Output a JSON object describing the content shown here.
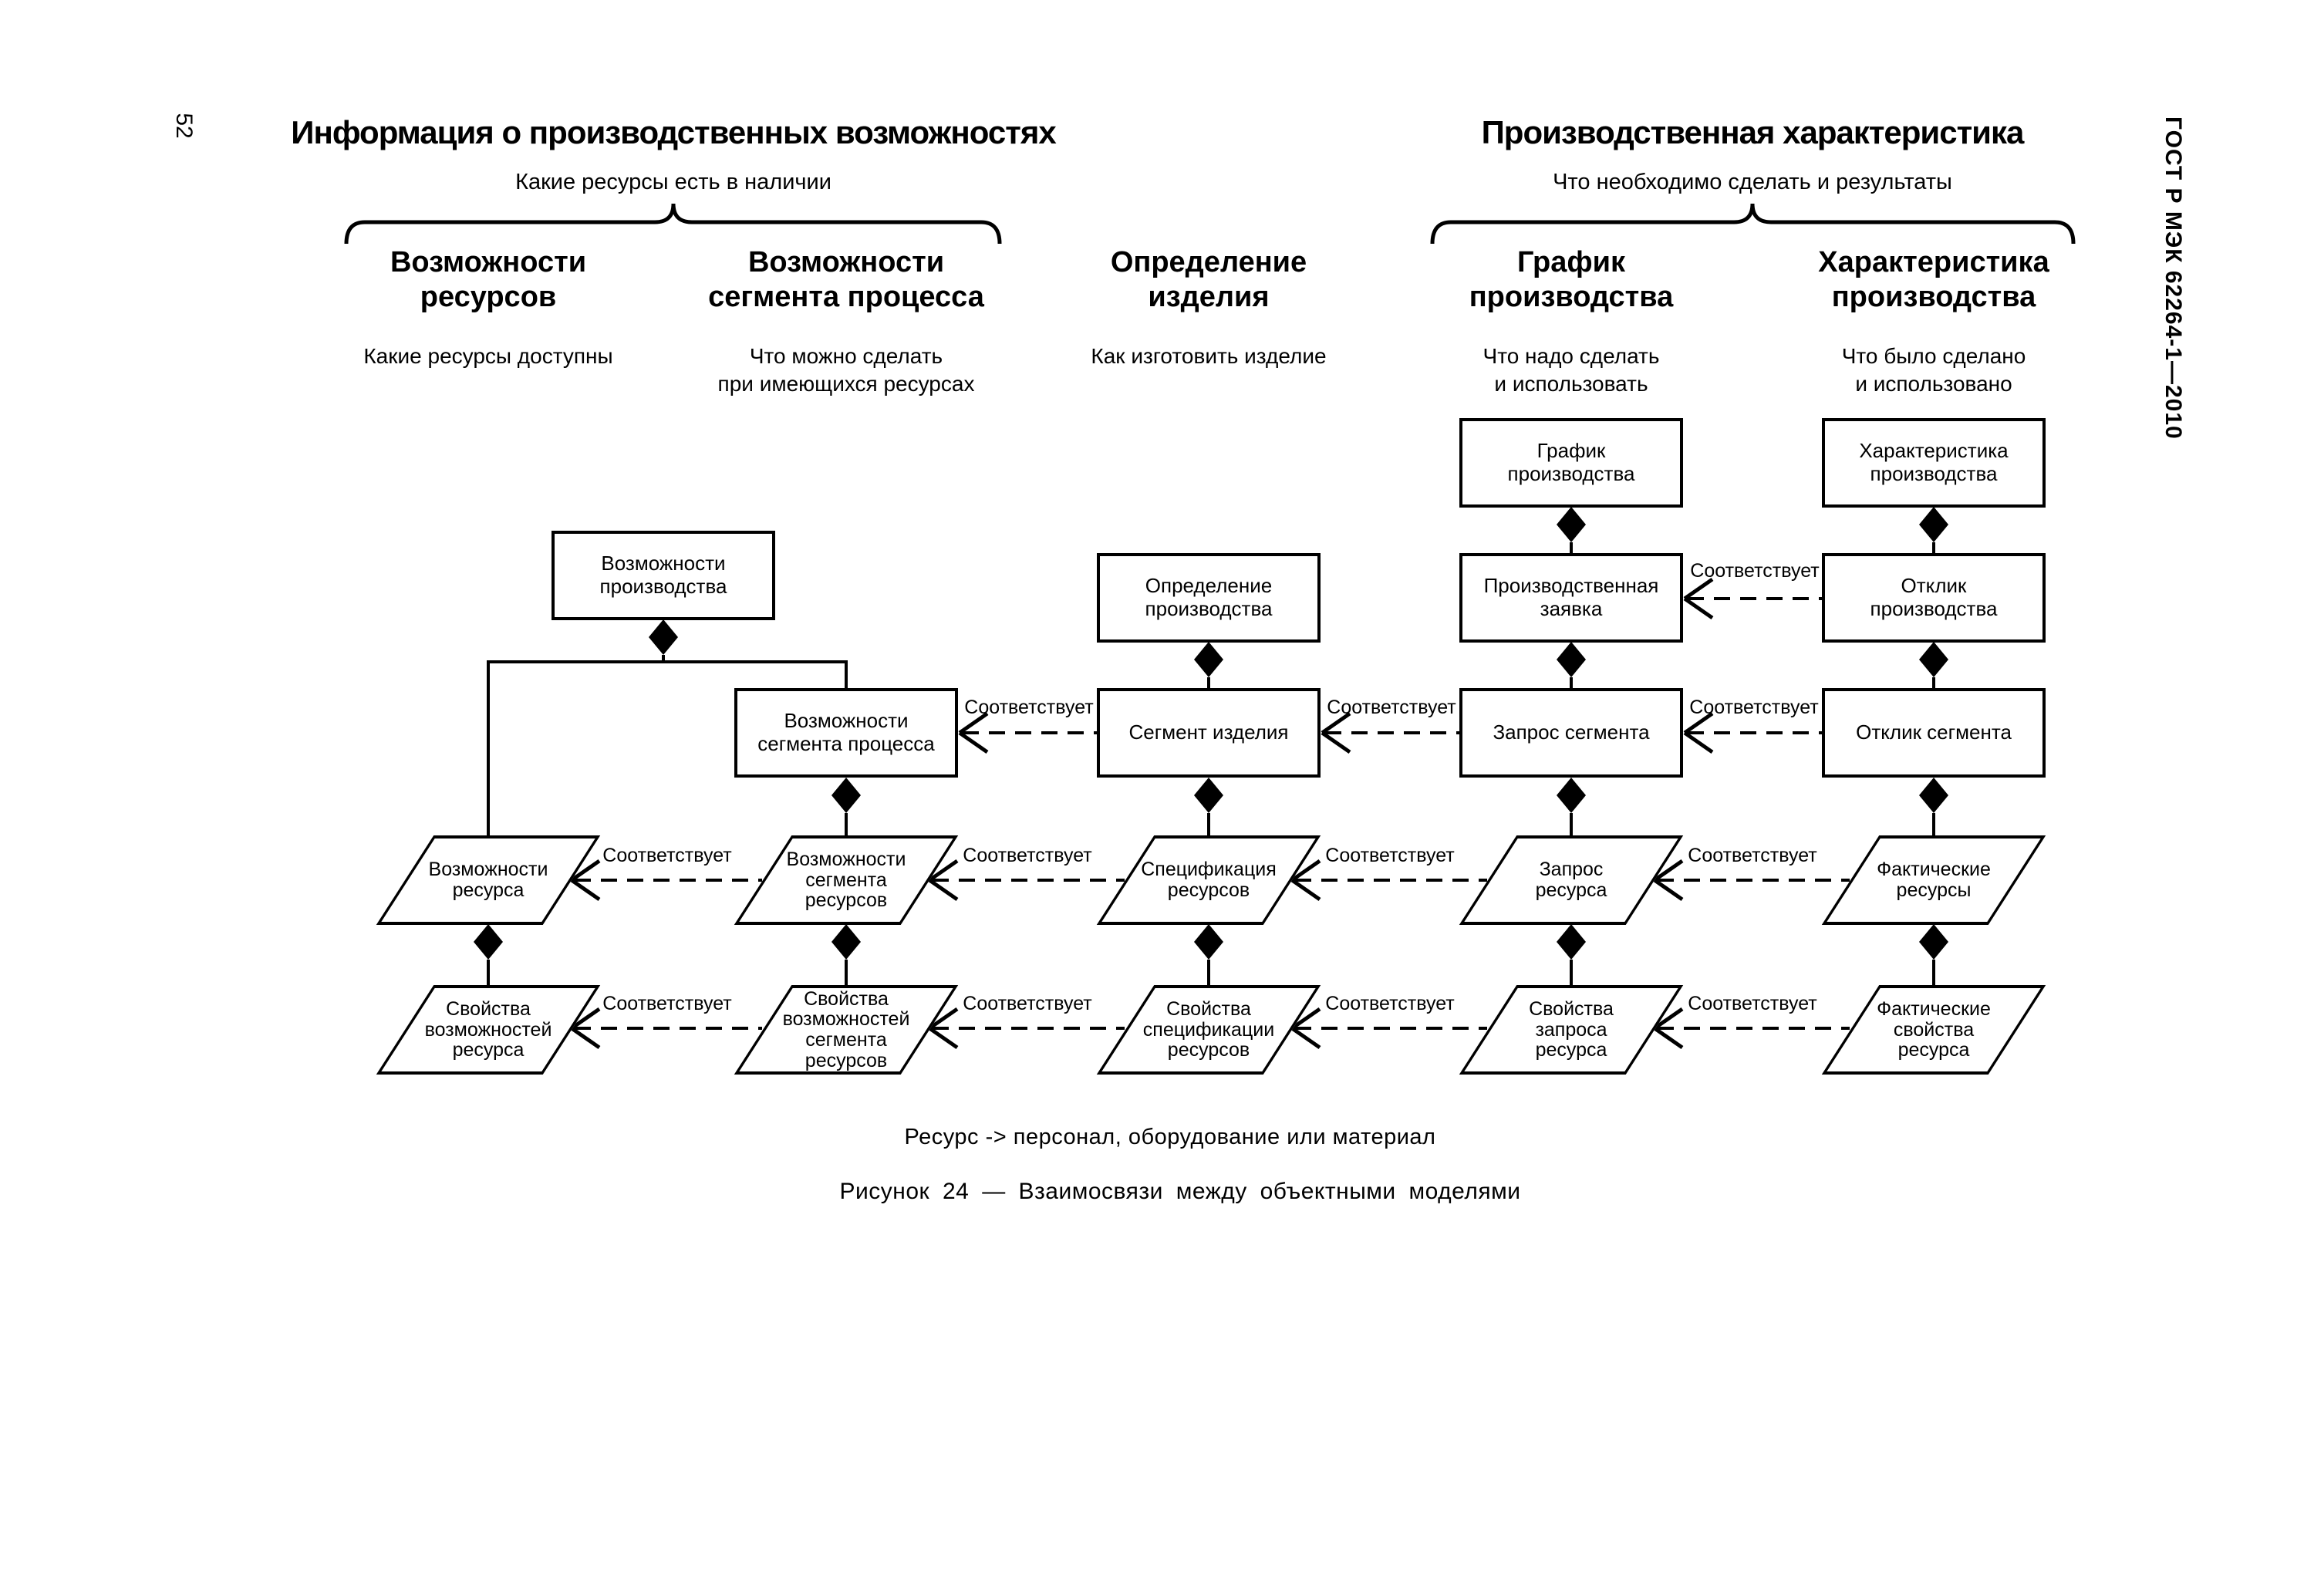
{
  "page": {
    "number": "52",
    "doc_code": "ГОСТ Р МЭК 62264-1—2010"
  },
  "groups": {
    "left": {
      "title": "Информация о производственных возможностях",
      "subtitle": "Какие ресурсы есть в наличии"
    },
    "right": {
      "title": "Производственная характеристика",
      "subtitle": "Что необходимо сделать и результаты"
    }
  },
  "columns": [
    {
      "header": "Возможности\nресурсов",
      "caption": "Какие ресурсы доступны"
    },
    {
      "header": "Возможности\nсегмента процесса",
      "caption": "Что можно сделать\nпри имеющихся ресурсах"
    },
    {
      "header": "Определение\nизделия",
      "caption": "Как изготовить изделие"
    },
    {
      "header": "График\nпроизводства",
      "caption": "Что надо сделать\nи использовать"
    },
    {
      "header": "Характеристика\nпроизводства",
      "caption": "Что было сделано\nи использовано"
    }
  ],
  "nodes": {
    "vozmozhnosti_proizvodstva": "Возможности\nпроизводства",
    "opredelenie_proizvodstva": "Определение\nпроизводства",
    "grafik_proizvodstva": "График\nпроизводства",
    "harakteristika_proizvodstva": "Характеристика\nпроизводства",
    "proizvodstvennaya_zayavka": "Производственная\nзаявка",
    "otklik_proizvodstva": "Отклик\nпроизводства",
    "vozmozhnosti_segmenta_processa": "Возможности\nсегмента процесса",
    "segment_izdeliya": "Сегмент изделия",
    "zapros_segmenta": "Запрос сегмента",
    "otklik_segmenta": "Отклик сегмента",
    "vozmozhnosti_resursa": "Возможности\nресурса",
    "vozmozhnosti_segmenta_resursov": "Возможности\nсегмента\nресурсов",
    "specifikaciya_resursov": "Спецификация\nресурсов",
    "zapros_resursa": "Запрос\nресурса",
    "fakticheskie_resursy": "Фактические\nресурсы",
    "svojstva_vozmozhnostej_resursa": "Свойства\nвозможностей\nресурса",
    "svojstva_vozmozhnostej_segmenta_resursov": "Свойства\nвозможностей\nсегмента\nресурсов",
    "svojstva_specifikacii_resursov": "Свойства\nспецификации\nресурсов",
    "svojstva_zaprosa_resursa": "Свойства\nзапроса\nресурса",
    "fakticheskie_svojstva_resursa": "Фактические\nсвойства\nресурса"
  },
  "relation_label": "Соответствует",
  "footnote": "Ресурс -> персонал, оборудование или материал",
  "figure_caption": "Рисунок 24 — Взаимосвязи между объектными моделями"
}
